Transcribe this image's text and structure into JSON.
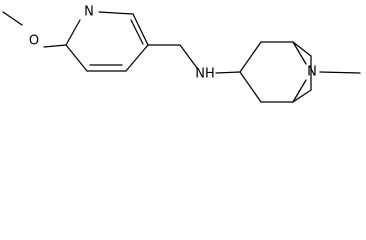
{
  "structure": {
    "atoms": {
      "methoxy_o": "O",
      "pyridine_n": "N",
      "amine": "NH",
      "bridge_n": "N"
    }
  }
}
